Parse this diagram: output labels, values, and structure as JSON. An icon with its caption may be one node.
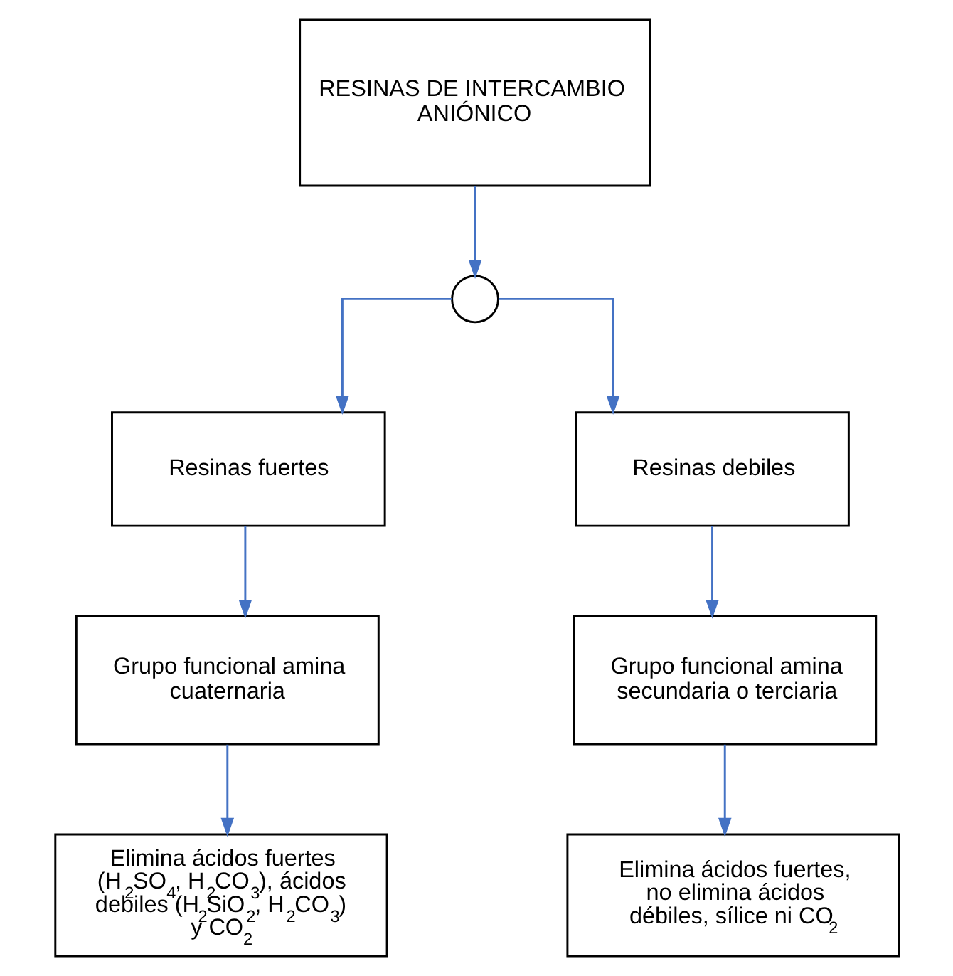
{
  "diagram": {
    "nodes": [
      {
        "text": [
          "RESINAS DE INTERCAMBIO ANIÓNICO"
        ]
      },
      {
        "text": [],
        "shape": "circle"
      },
      {
        "text": [
          "Resinas fuertes"
        ]
      },
      {
        "text": [
          "Resinas debiles"
        ]
      },
      {
        "text": [
          "Grupo funcional amina cuaternaria"
        ]
      },
      {
        "text": [
          "Grupo funcional amina secundaria o terciaria"
        ]
      },
      {
        "text": [
          "Elimina ácidos fuertes (H$_{2}$SO$_{4}$, H$_{2}$CO$_{3}$), ácidos debiles (H$_{2}$SiO$_{2}$, H$_{2}$CO$_{3}$) y CO$_{2}$"
        ]
      },
      {
        "text": [
          "Elimina ácidos fuertes, no elimina ácidos débiles, sílice ni CO$_{2}$"
        ]
      }
    ],
    "edges": [
      {
        "from": 0,
        "to": 1,
        "arrow": "to"
      },
      {
        "from": 1,
        "to": 2,
        "arrow": "to"
      },
      {
        "from": 1,
        "to": 3,
        "arrow": "to"
      },
      {
        "from": 2,
        "to": 4,
        "arrow": "to"
      },
      {
        "from": 3,
        "to": 5,
        "arrow": "to"
      },
      {
        "from": 4,
        "to": 6,
        "arrow": "to"
      },
      {
        "from": 5,
        "to": 7,
        "arrow": "to"
      }
    ]
  }
}
